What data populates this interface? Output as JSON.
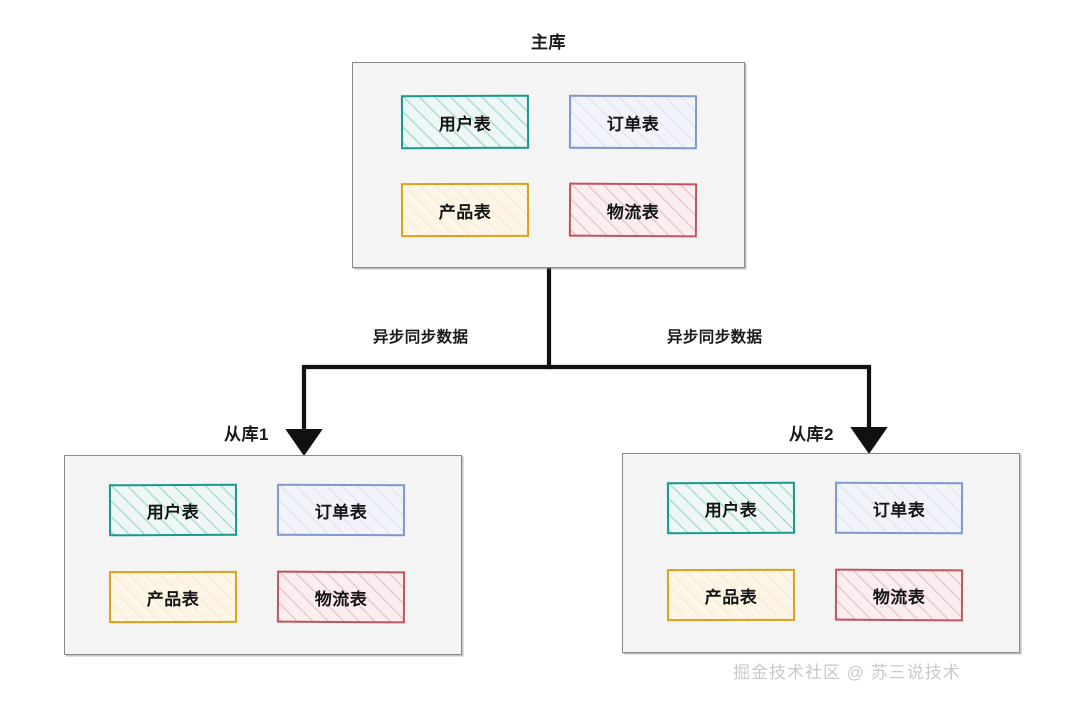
{
  "diagram": {
    "type": "master-slave-database-replication",
    "background_color": "#ffffff",
    "container_fill": "#f4f4f4",
    "container_border": "#8a8a8a",
    "connector_color": "#111111"
  },
  "master": {
    "title": "主库",
    "tables": [
      {
        "label": "用户表",
        "color": "teal",
        "accent": "#17998f"
      },
      {
        "label": "订单表",
        "color": "blue",
        "accent": "#8297c9"
      },
      {
        "label": "产品表",
        "color": "orange",
        "accent": "#d8a21c"
      },
      {
        "label": "物流表",
        "color": "red",
        "accent": "#bf5560"
      }
    ]
  },
  "slaves": [
    {
      "title": "从库1",
      "tables": [
        {
          "label": "用户表",
          "color": "teal",
          "accent": "#17998f"
        },
        {
          "label": "订单表",
          "color": "blue",
          "accent": "#8297c9"
        },
        {
          "label": "产品表",
          "color": "orange",
          "accent": "#d8a21c"
        },
        {
          "label": "物流表",
          "color": "red",
          "accent": "#bf5560"
        }
      ]
    },
    {
      "title": "从库2",
      "tables": [
        {
          "label": "用户表",
          "color": "teal",
          "accent": "#17998f"
        },
        {
          "label": "订单表",
          "color": "blue",
          "accent": "#8297c9"
        },
        {
          "label": "产品表",
          "color": "orange",
          "accent": "#d8a21c"
        },
        {
          "label": "物流表",
          "color": "red",
          "accent": "#bf5560"
        }
      ]
    }
  ],
  "edges": [
    {
      "label": "异步同步数据",
      "from": "主库",
      "to": "从库1"
    },
    {
      "label": "异步同步数据",
      "from": "主库",
      "to": "从库2"
    }
  ],
  "watermark": {
    "text": "掘金技术社区 @ 苏三说技术"
  }
}
